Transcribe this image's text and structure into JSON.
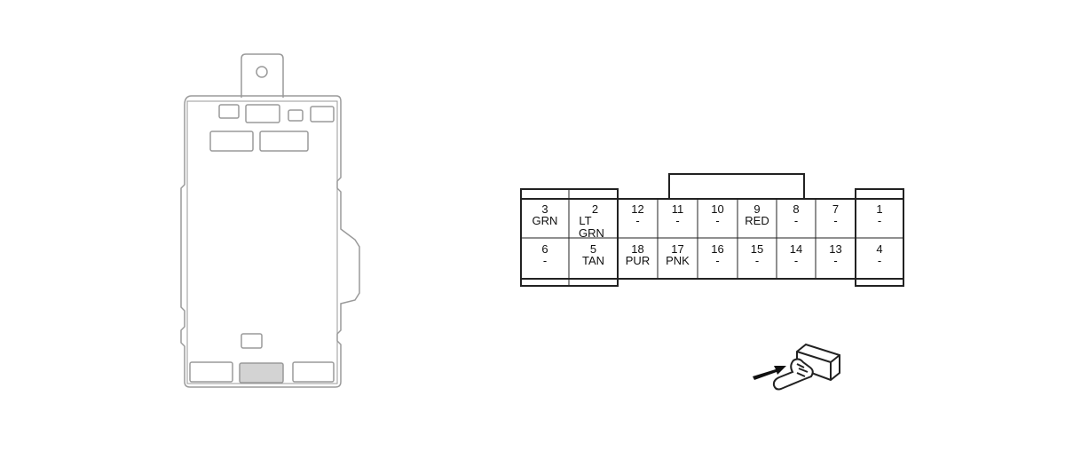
{
  "connector": {
    "top_row": [
      {
        "pin": "3",
        "color": "GRN"
      },
      {
        "pin": "2",
        "color": "LT GRN",
        "color_lines": [
          "LT",
          "GRN"
        ]
      },
      {
        "pin": "12",
        "color": "-"
      },
      {
        "pin": "11",
        "color": "-"
      },
      {
        "pin": "10",
        "color": "-"
      },
      {
        "pin": "9",
        "color": "RED"
      },
      {
        "pin": "8",
        "color": "-"
      },
      {
        "pin": "7",
        "color": "-"
      },
      {
        "pin": "1",
        "color": "-"
      }
    ],
    "bottom_row": [
      {
        "pin": "6",
        "color": "-"
      },
      {
        "pin": "5",
        "color": "TAN"
      },
      {
        "pin": "18",
        "color": "PUR"
      },
      {
        "pin": "17",
        "color": "PNK"
      },
      {
        "pin": "16",
        "color": "-"
      },
      {
        "pin": "15",
        "color": "-"
      },
      {
        "pin": "14",
        "color": "-"
      },
      {
        "pin": "13",
        "color": "-"
      },
      {
        "pin": "4",
        "color": "-"
      }
    ]
  },
  "component": {
    "highlighted_connector_color": "#d3d3d3"
  },
  "icons": [
    "component-outline-icon",
    "hand-connector-icon",
    "arrow-icon"
  ]
}
